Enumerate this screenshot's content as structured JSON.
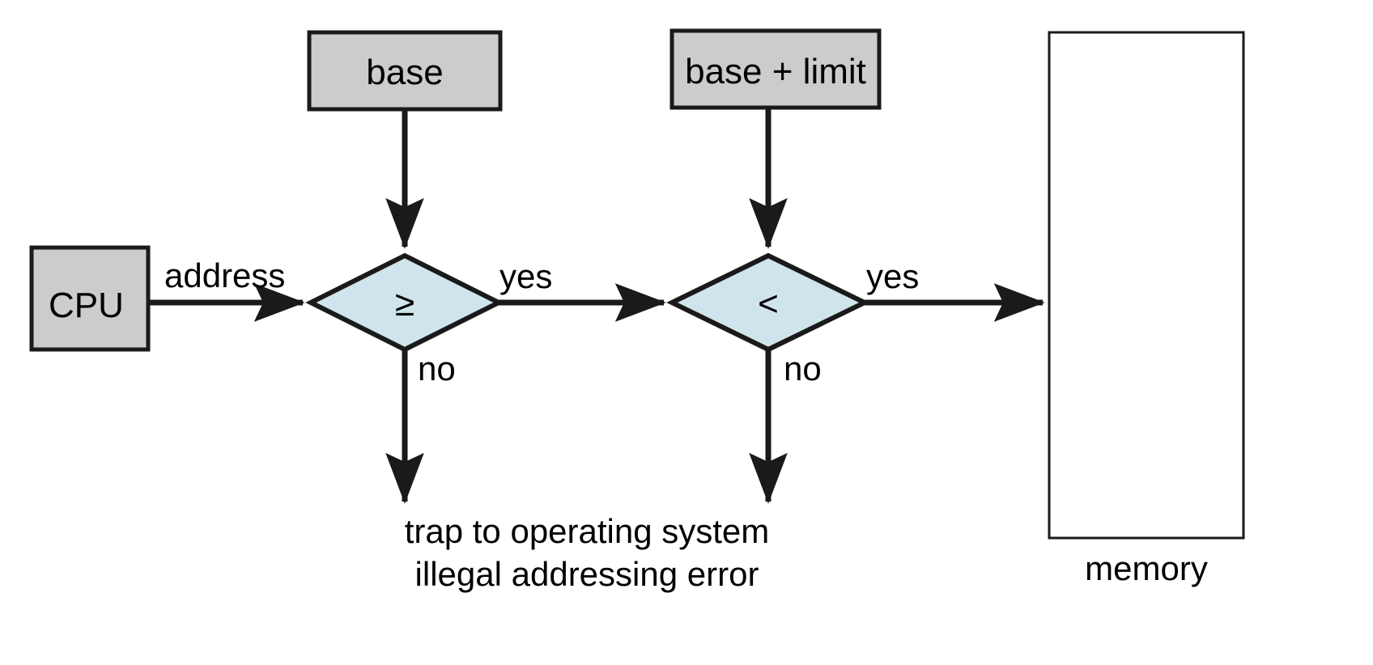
{
  "diagram": {
    "title": "base-and-limit hardware address protection",
    "colors": {
      "box_fill": "#cccccc",
      "box_stroke": "#1a1a1a",
      "diamond_fill": "#d0e4ec",
      "diamond_stroke": "#1a1a1a",
      "memory_fill": "#ffffff",
      "memory_stroke": "#1a1a1a",
      "line": "#1a1a1a",
      "text": "#000000"
    },
    "nodes": {
      "cpu": {
        "label": "CPU",
        "shape": "rect",
        "fill": "gray"
      },
      "base": {
        "label": "base",
        "shape": "rect",
        "fill": "gray"
      },
      "base_limit": {
        "label": "base + limit",
        "shape": "rect",
        "fill": "gray"
      },
      "compare_ge": {
        "label": "≥",
        "shape": "diamond",
        "fill": "light-blue"
      },
      "compare_lt": {
        "label": "<",
        "shape": "diamond",
        "fill": "light-blue"
      },
      "memory": {
        "label": "memory",
        "shape": "rect",
        "fill": "white"
      }
    },
    "edges": {
      "cpu_to_ge": "address",
      "ge_yes": "yes",
      "ge_no": "no",
      "lt_yes": "yes",
      "lt_no": "no"
    },
    "trap": {
      "line1": "trap to operating system",
      "line2": "illegal addressing error"
    }
  }
}
